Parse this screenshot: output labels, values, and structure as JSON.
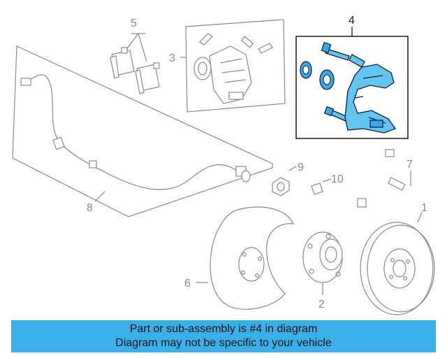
{
  "diagram": {
    "highlight_color": "#3ab0ea",
    "callouts": [
      {
        "id": "1",
        "label": "1"
      },
      {
        "id": "2",
        "label": "2"
      },
      {
        "id": "3",
        "label": "3"
      },
      {
        "id": "4",
        "label": "4",
        "highlighted": true
      },
      {
        "id": "5",
        "label": "5"
      },
      {
        "id": "6",
        "label": "6"
      },
      {
        "id": "7",
        "label": "7"
      },
      {
        "id": "8",
        "label": "8"
      },
      {
        "id": "9",
        "label": "9"
      },
      {
        "id": "10",
        "label": "10"
      }
    ]
  },
  "caption": {
    "line1": "Part or sub-assembly is #4 in diagram",
    "line2": "Diagram may not be specific to your vehicle",
    "background": "#3ab0ea"
  }
}
